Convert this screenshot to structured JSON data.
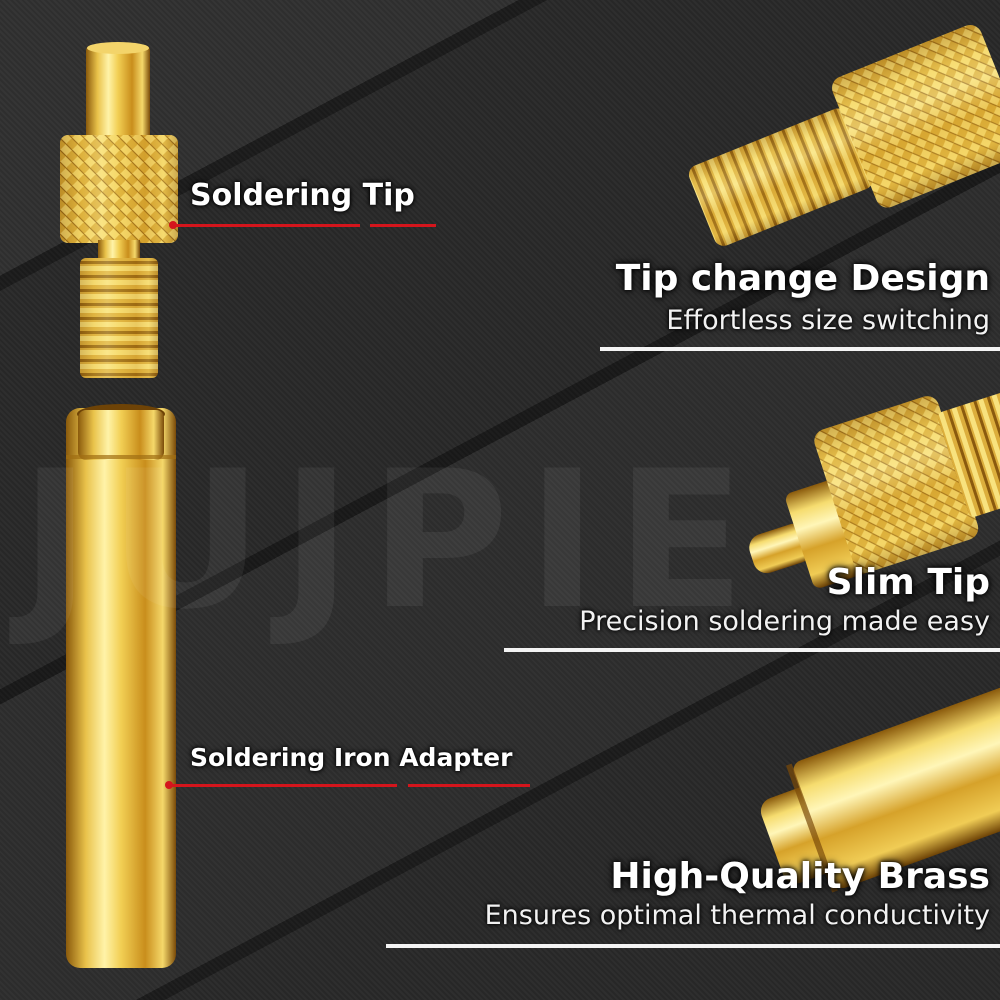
{
  "watermark": "JUJPIE",
  "callouts": {
    "tip_label": "Soldering Tip",
    "adapter_label": "Soldering Iron Adapter"
  },
  "features": [
    {
      "title": "Tip change Design",
      "subtitle": "Effortless size switching"
    },
    {
      "title": "Slim Tip",
      "subtitle": "Precision soldering made easy"
    },
    {
      "title": "High-Quality Brass",
      "subtitle": "Ensures optimal thermal conductivity"
    }
  ],
  "colors": {
    "background": "#252525",
    "accent_red": "#d4151c",
    "brass": "#e6bf3a",
    "text": "#ffffff"
  }
}
